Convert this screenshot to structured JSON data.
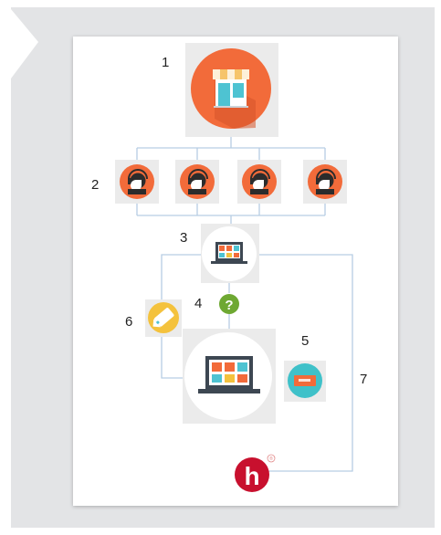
{
  "step_labels": [
    "1",
    "2",
    "3",
    "4",
    "5",
    "6",
    "7"
  ],
  "icons": {
    "store": "store-icon",
    "agents": [
      "headset-agent-icon",
      "headset-agent-icon",
      "headset-agent-icon",
      "headset-agent-icon"
    ],
    "small_screen": "laptop-app-grid-icon",
    "question": "question-icon",
    "large_screen": "laptop-app-grid-icon",
    "ticket": "ticket-icon",
    "tag": "price-tag-icon",
    "logo": "h-logo"
  },
  "logo": {
    "letter": "h",
    "mark": "®"
  },
  "colors": {
    "orange": "#f26b3a",
    "connector": "#b7cde3",
    "tile": "#ebebeb",
    "green": "#6ea832",
    "teal": "#3fc1c9",
    "yellow": "#f4c23d",
    "logo_red": "#c8102e"
  }
}
